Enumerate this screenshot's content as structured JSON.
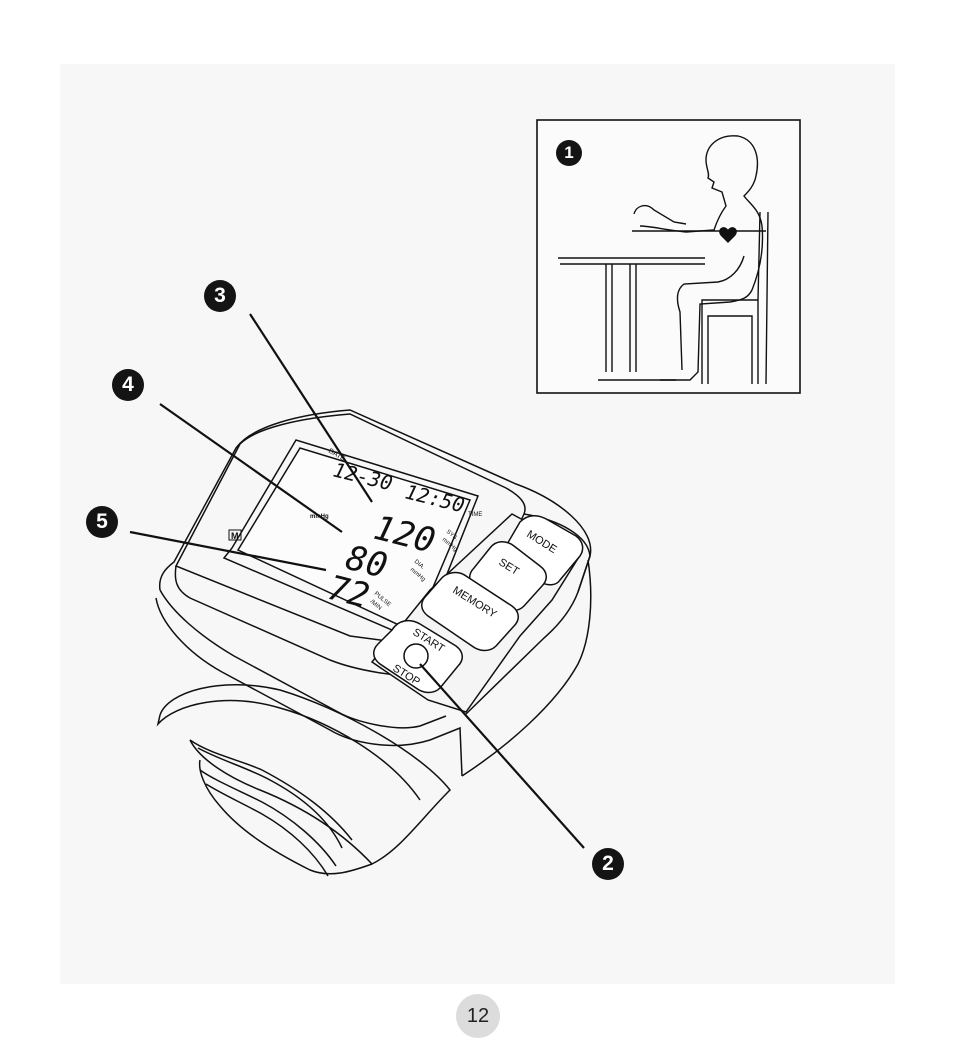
{
  "callouts": {
    "c1": "1",
    "c2": "2",
    "c3": "3",
    "c4": "4",
    "c5": "5"
  },
  "display": {
    "date": "12-30",
    "time": "12:50",
    "systolic": "120",
    "diastolic": "80",
    "pulse": "72",
    "date_label": "DATE",
    "time_label": "TIME",
    "sys_label_1": "SYS.",
    "sys_label_2": "mmHg",
    "dia_label_1": "DIA.",
    "dia_label_2": "mmHg",
    "pulse_label_1": "PULSE",
    "pulse_label_2": "/MIN",
    "unit_label": "mmHg",
    "memory_icon": "M"
  },
  "buttons": {
    "mode": "MODE",
    "set": "SET",
    "memory": "MEMORY",
    "start": "START",
    "stop": "STOP"
  },
  "page_number": "12"
}
